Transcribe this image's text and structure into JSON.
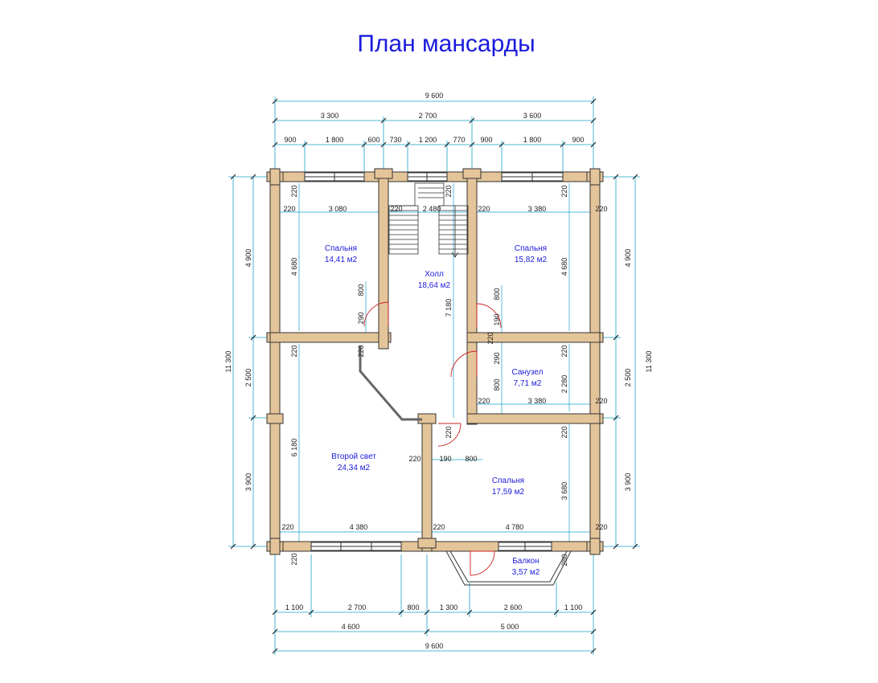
{
  "title": "План мансарды",
  "colors": {
    "wall": "#e4c499",
    "wall_stroke": "#333333",
    "dim_line": "#19a3c9",
    "room_text": "#1a1adc",
    "door": "#cc2222"
  },
  "rooms": {
    "bed1": {
      "name": "Спальня",
      "area": "14,41 м2"
    },
    "bed2": {
      "name": "Спальня",
      "area": "15,82 м2"
    },
    "hall": {
      "name": "Холл",
      "area": "18,64 м2"
    },
    "wc": {
      "name": "Санузел",
      "area": "7,71 м2"
    },
    "second_light": {
      "name": "Второй свет",
      "area": "24,34 м2"
    },
    "bed3": {
      "name": "Спальня",
      "area": "17,59 м2"
    },
    "balcony": {
      "name": "Балкон",
      "area": "3,57 м2"
    }
  },
  "dims": {
    "top_total": "9 600",
    "top_mid": [
      "3 300",
      "2 700",
      "3 600"
    ],
    "top_detail": [
      "900",
      "1 800",
      "600",
      "730",
      "1 200",
      "770",
      "900",
      "1 800",
      "900"
    ],
    "bottom_detail": [
      "1 100",
      "2 700",
      "800",
      "1 300",
      "2 600",
      "1 100"
    ],
    "bottom_mid": [
      "4 600",
      "5 000"
    ],
    "bottom_total": "9 600",
    "left_total": "11 300",
    "left_parts": [
      "4 900",
      "2 500",
      "3 900"
    ],
    "right_total": "11 300",
    "right_parts": [
      "4 900",
      "2 500",
      "3 900"
    ],
    "inner": {
      "w220": "220",
      "w3080": "3 080",
      "w2480": "2 480",
      "w3380": "3 380",
      "w4380": "4 380",
      "w4780": "4 780",
      "v4680": "4 680",
      "v6180": "6 180",
      "v7180": "7 180",
      "v2280": "2 280",
      "v3680": "3 680",
      "d800": "800",
      "d190": "190",
      "d290": "290",
      "d280": "280"
    }
  }
}
